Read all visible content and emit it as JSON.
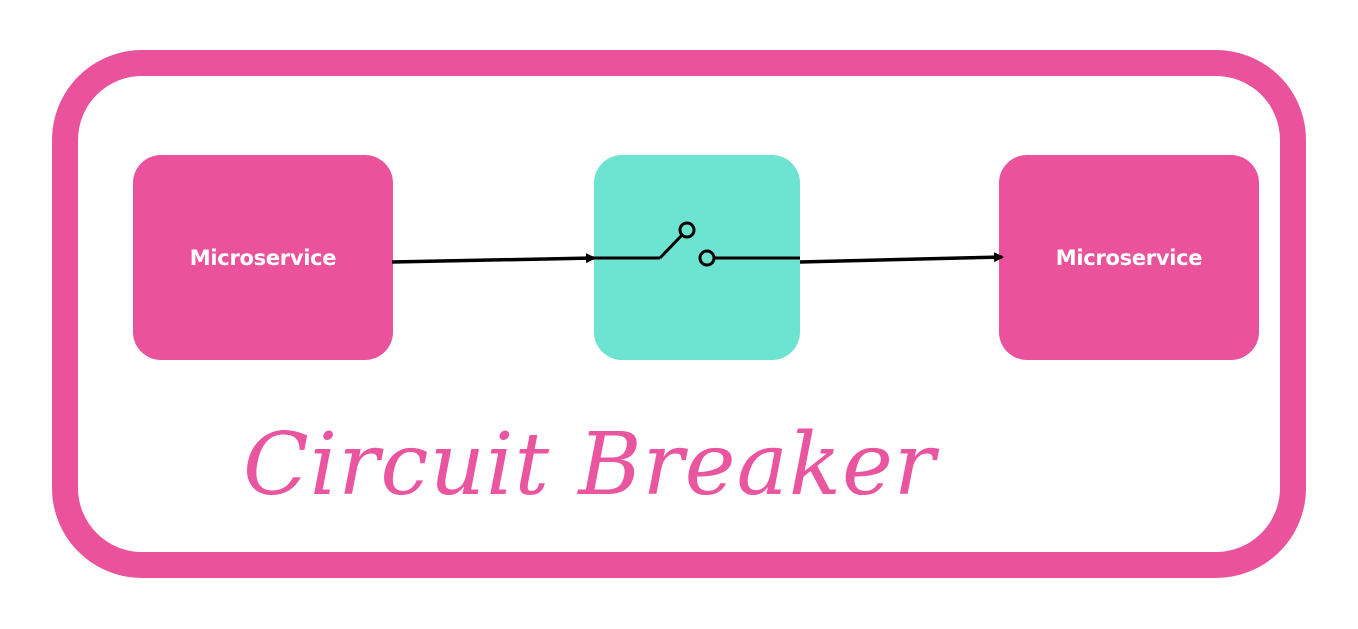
{
  "diagram": {
    "title": "Circuit Breaker",
    "nodes": {
      "source_service": {
        "label": "Microservice"
      },
      "circuit_breaker": {
        "label": ""
      },
      "target_service": {
        "label": "Microservice"
      }
    },
    "edges": [
      {
        "from": "source_service",
        "to": "circuit_breaker"
      },
      {
        "from": "circuit_breaker",
        "to": "target_service"
      }
    ],
    "switch_state": "open"
  },
  "colors": {
    "service_fill": "#ea539b",
    "breaker_fill": "#6de3d1",
    "frame_stroke": "#ea539b",
    "title_color": "#e9559e",
    "connector": "#000000"
  }
}
